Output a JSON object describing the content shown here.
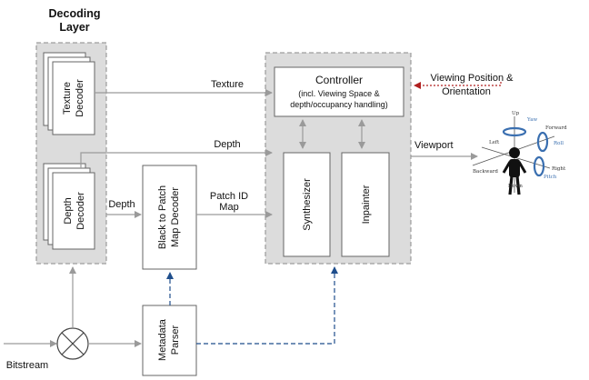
{
  "decoding_layer": {
    "title_line1": "Decoding",
    "title_line2": "Layer"
  },
  "texture_decoder": {
    "line1": "Texture",
    "line2": "Decoder"
  },
  "depth_decoder": {
    "line1": "Depth",
    "line2": "Decoder"
  },
  "patch_map_decoder": {
    "line1": "Black to Patch",
    "line2": "Map Decoder"
  },
  "metadata_parser": {
    "line1": "Metadata",
    "line2": "Parser"
  },
  "controller": {
    "title": "Controller",
    "sub_line1": "(incl. Viewing Space &",
    "sub_line2": "depth/occupancy handling)"
  },
  "synthesizer": {
    "label": "Synthesizer"
  },
  "inpainter": {
    "label": "Inpainter"
  },
  "arrows": {
    "texture": "Texture",
    "depth_top": "Depth",
    "depth_mid": "Depth",
    "patch_id_line1": "Patch ID",
    "patch_id_line2": "Map",
    "viewport": "Viewport",
    "viewing_line1": "Viewing Position &",
    "viewing_line2": "Orientation",
    "bitstream": "Bitstream"
  },
  "viewer_figure": {
    "up": "Up",
    "yaw": "Yaw",
    "forward": "Forward",
    "left": "Left",
    "roll": "Roll",
    "backward": "Backward",
    "right": "Right",
    "down": "Down",
    "pitch": "Pitch"
  },
  "colors": {
    "dashed_blue": "#1f4e8c",
    "dotted_red": "#b02020",
    "panel_fill": "#dcdcdc"
  }
}
